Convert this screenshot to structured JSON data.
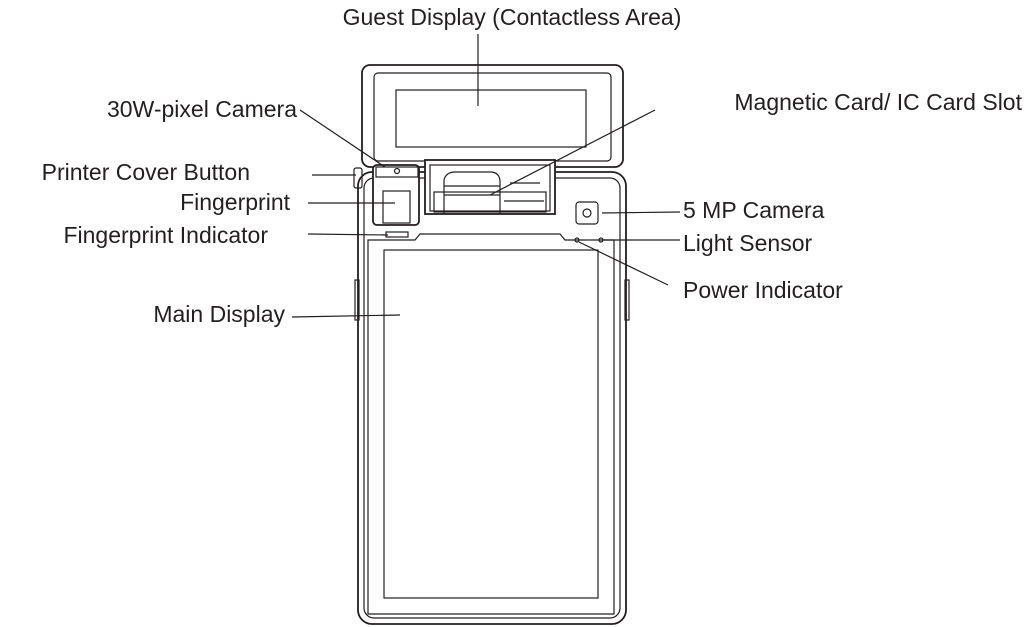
{
  "labels": {
    "guest_display": "Guest Display (Contactless Area)",
    "camera_30w": "30W-pixel Camera",
    "printer_cover_button": "Printer Cover Button",
    "fingerprint": "Fingerprint",
    "fingerprint_indicator": "Fingerprint Indicator",
    "main_display": "Main Display",
    "card_slot": "Magnetic Card/ IC Card Slot",
    "camera_5mp": "5 MP Camera",
    "light_sensor": "Light Sensor",
    "power_indicator": "Power Indicator"
  },
  "colors": {
    "line": "#231f20",
    "background": "#ffffff"
  }
}
